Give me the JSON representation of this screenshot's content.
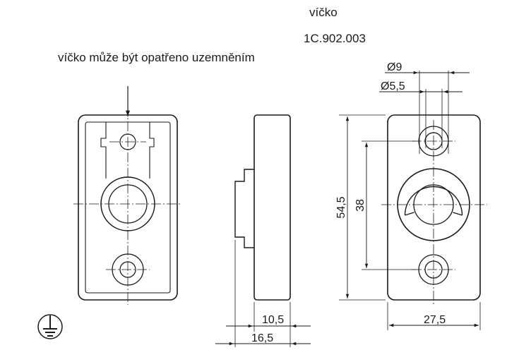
{
  "title": "víčko",
  "part_number": "1C.902.003",
  "note": "víčko může být opatřeno uzemněním",
  "dimensions": {
    "hole_dia": "Ø9",
    "hole_inner_dia": "Ø5,5",
    "overall_height": "54,5",
    "hole_spacing": "38",
    "overall_width": "27,5",
    "depth_small": "10,5",
    "depth_total": "16,5"
  },
  "icons": [
    "ground-symbol-icon"
  ]
}
